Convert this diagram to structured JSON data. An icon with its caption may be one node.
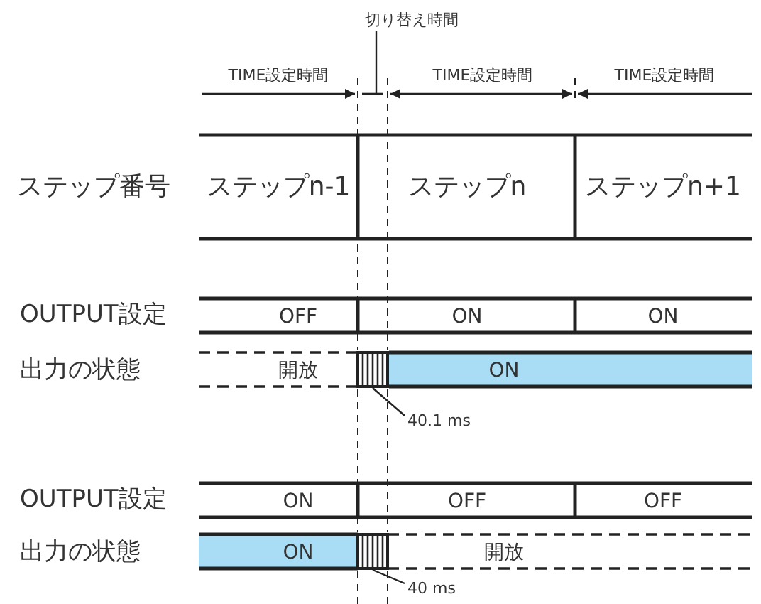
{
  "diagram": {
    "nodes": [
      {
        "text": [
          "切り替え時間"
        ]
      },
      {
        "text": [
          "40.1 ms"
        ]
      },
      {
        "text": [
          "40 ms"
        ]
      },
      {
        "text": [],
        "shape": "box"
      },
      {
        "text": [],
        "shape": "box"
      }
    ],
    "edges": [
      {
        "from": 0,
        "to": null,
        "arrow": "none"
      },
      {
        "from": 1,
        "to": 3,
        "arrow": "none"
      },
      {
        "from": 2,
        "to": 4,
        "arrow": "none"
      }
    ],
    "labels": [
      "TIME設定時間",
      "TIME設定時間",
      "TIME設定時間",
      "ステップ番号",
      "ステップn-1",
      "ステップn",
      "ステップn+1",
      "OUTPUT設定",
      "OFF",
      "ON",
      "ON",
      "出力の状態",
      "開放",
      "ON",
      "OUTPUT設定",
      "ON",
      "OFF",
      "OFF",
      "出力の状態",
      "ON",
      "開放"
    ]
  }
}
